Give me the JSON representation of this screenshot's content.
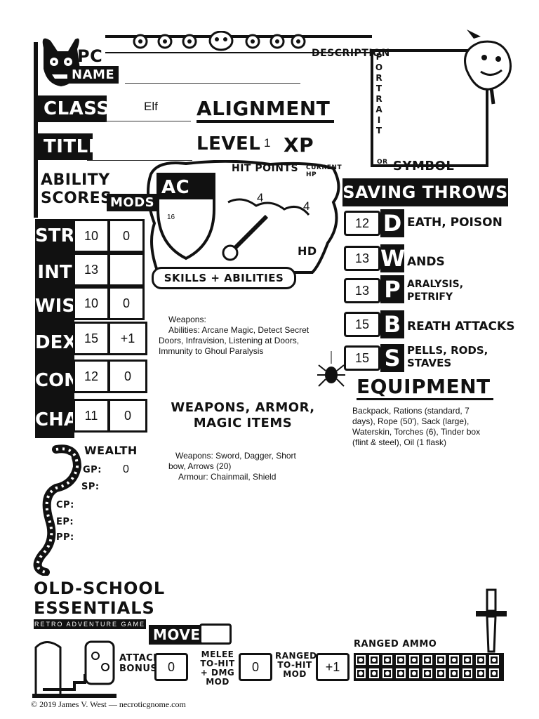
{
  "header": {
    "pc": "PC",
    "name_label": "NAME",
    "description_label": "DESCRIPTION",
    "portrait_label": "PORTRAIT",
    "or_label": "OR",
    "symbol_label": "SYMBOL",
    "class_label": "CLASS",
    "class_value": "Elf",
    "title_label": "TITLE",
    "alignment_label": "ALIGNMENT",
    "level_label": "LEVEL",
    "level_value": "1",
    "xp_label": "XP"
  },
  "combat": {
    "ac_label": "AC",
    "ac_value": "16",
    "hp_label": "HIT POINTS",
    "hp_value": "4",
    "current_hp_label": "CURRENT HP",
    "current_hp_value": "4",
    "hd_label": "HD",
    "skills_label": "SKILLS + ABILITIES"
  },
  "abilities": {
    "header": "ABILITY SCORES",
    "mods_header": "MODS",
    "rows": [
      {
        "name": "STR",
        "score": "10",
        "mod": "0"
      },
      {
        "name": "INT",
        "score": "13",
        "mod": ""
      },
      {
        "name": "WIS",
        "score": "10",
        "mod": "0"
      },
      {
        "name": "DEX",
        "score": "15",
        "mod": "+1"
      },
      {
        "name": "CON",
        "score": "12",
        "mod": "0"
      },
      {
        "name": "CHA",
        "score": "11",
        "mod": "0"
      }
    ]
  },
  "skills_text": {
    "line1": "Weapons:",
    "line2": "Abilities: Arcane Magic, Detect Secret Doors, Infravision, Listening at Doors, Immunity to Ghoul Paralysis"
  },
  "saving_throws": {
    "header": "SAVING THROWS",
    "rows": [
      {
        "value": "12",
        "letter": "D",
        "rest": "EATH, POISON"
      },
      {
        "value": "13",
        "letter": "W",
        "rest": "ANDS"
      },
      {
        "value": "13",
        "letter": "P",
        "rest": "ARALYSIS, PETRIFY"
      },
      {
        "value": "15",
        "letter": "B",
        "rest": "REATH ATTACKS"
      },
      {
        "value": "15",
        "letter": "S",
        "rest": "PELLS, RODS, STAVES"
      }
    ]
  },
  "equipment": {
    "header": "EQUIPMENT",
    "text": "Backpack,  Rations (standard, 7 days), Rope (50'), Sack (large), Waterskin, Torches (6), Tinder box (flint & steel), Oil (1 flask)"
  },
  "weapons": {
    "header_line1": "WEAPONS, ARMOR,",
    "header_line2": "MAGIC ITEMS",
    "line1": "Weapons: Sword, Dagger, Short bow, Arrows (20)",
    "line2": "Armour: Chainmail, Shield"
  },
  "wealth": {
    "header": "WEALTH",
    "gp_label": "GP:",
    "gp_value": "0",
    "sp_label": "SP:",
    "cp_label": "CP:",
    "ep_label": "EP:",
    "pp_label": "PP:"
  },
  "branding": {
    "line1": "OLD-SCHOOL",
    "line2": "ESSENTIALS",
    "tagline": "RETRO ADVENTURE GAME",
    "copyright": "© 2019 James V. West — necroticgnome.com"
  },
  "bottom": {
    "move_label": "MOVE",
    "attack_label": "ATTACK BONUS",
    "attack_value": "0",
    "melee_label": "MELEE TO-HIT + DMG MOD",
    "melee_value": "0",
    "ranged_label": "RANGED TO-HIT MOD",
    "ranged_value": "+1",
    "ammo_label": "RANGED AMMO",
    "ammo_count": 22
  }
}
